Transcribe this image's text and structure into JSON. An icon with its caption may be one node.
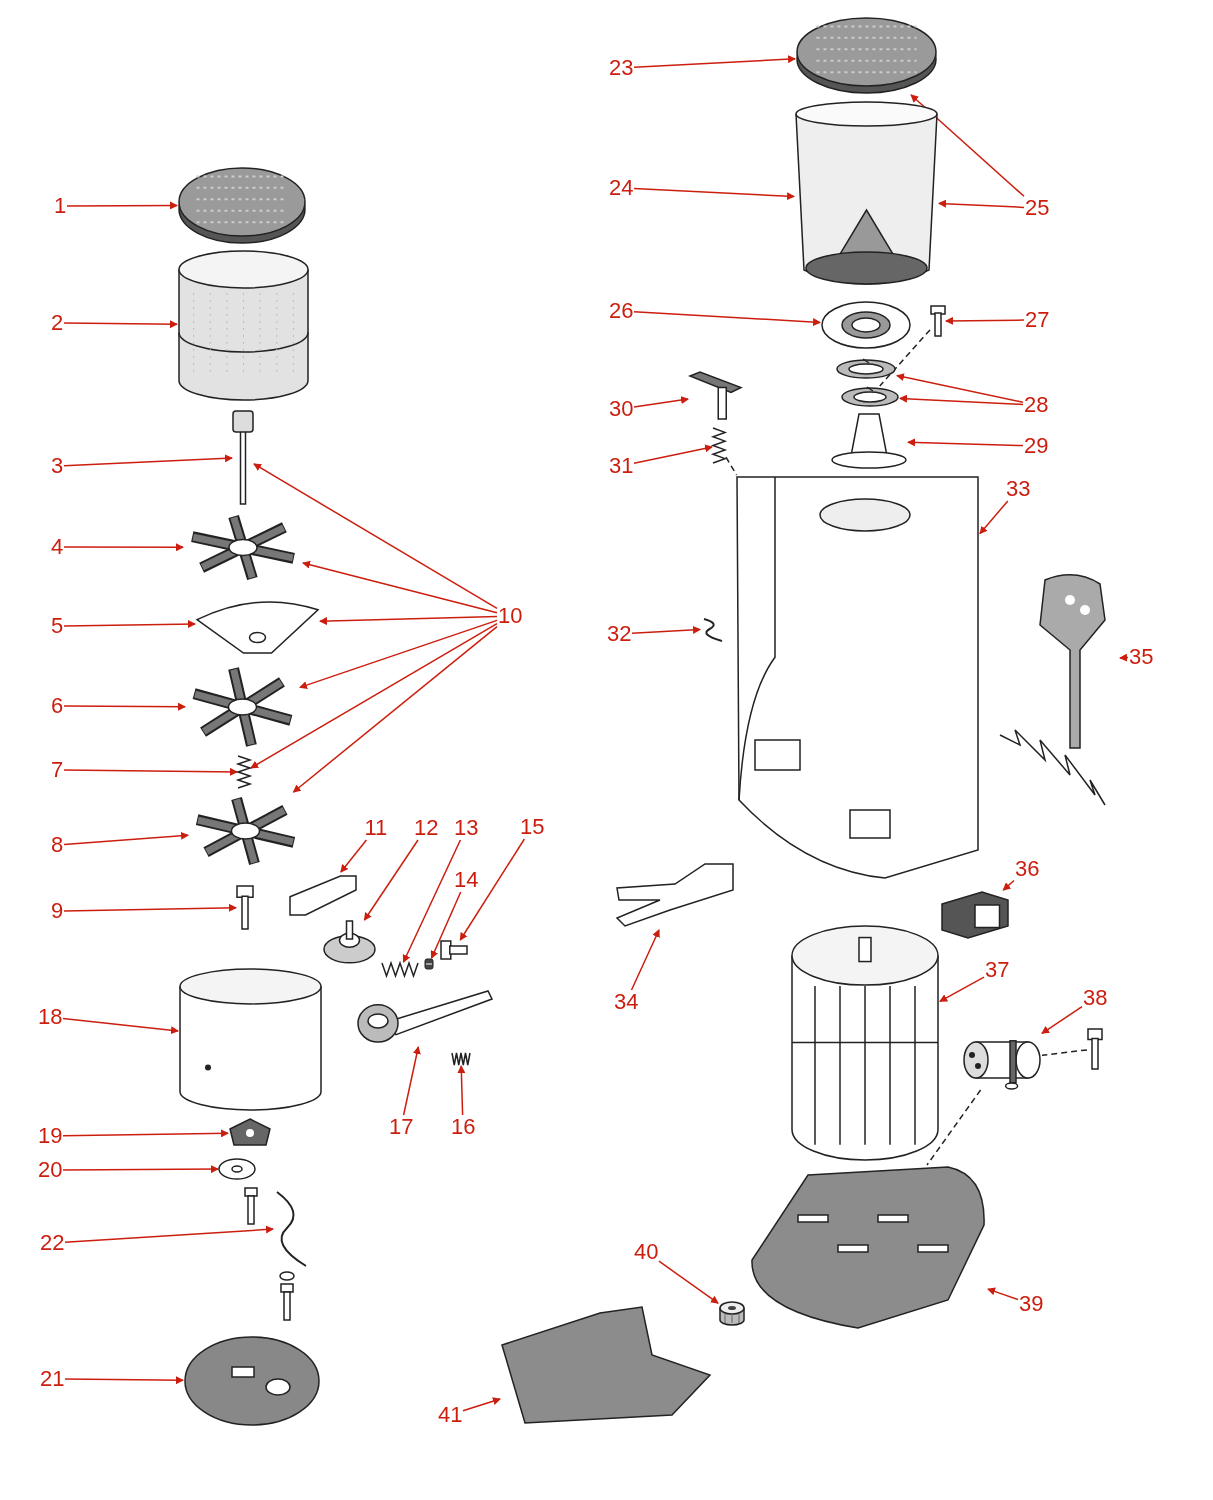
{
  "diagram": {
    "nodes": [
      {
        "text": [
          "1"
        ]
      },
      {
        "text": [
          "2"
        ]
      },
      {
        "text": [
          "3"
        ]
      },
      {
        "text": [
          "4"
        ]
      },
      {
        "text": [
          "5"
        ]
      },
      {
        "text": [
          "6"
        ]
      },
      {
        "text": [
          "7"
        ]
      },
      {
        "text": [
          "8"
        ]
      },
      {
        "text": [
          "9"
        ]
      },
      {
        "text": [
          "10"
        ]
      },
      {
        "text": [
          "11"
        ]
      },
      {
        "text": [
          "12"
        ]
      },
      {
        "text": [
          "13"
        ]
      },
      {
        "text": [
          "14"
        ]
      },
      {
        "text": [
          "15"
        ]
      },
      {
        "text": [
          "16"
        ]
      },
      {
        "text": [
          "17"
        ]
      },
      {
        "text": [
          "18"
        ]
      },
      {
        "text": [
          "19"
        ]
      },
      {
        "text": [
          "20"
        ]
      },
      {
        "text": [
          "21"
        ]
      },
      {
        "text": [
          "22"
        ]
      },
      {
        "text": [
          "23"
        ]
      },
      {
        "text": [
          "24"
        ]
      },
      {
        "text": [
          "25"
        ]
      },
      {
        "text": [
          "26"
        ]
      },
      {
        "text": [
          "27"
        ]
      },
      {
        "text": [
          "28"
        ]
      },
      {
        "text": [
          "29"
        ]
      },
      {
        "text": [
          "30"
        ]
      },
      {
        "text": [
          "31"
        ]
      },
      {
        "text": [
          "32"
        ]
      },
      {
        "text": [
          "33"
        ]
      },
      {
        "text": [
          "34"
        ]
      },
      {
        "text": [
          "35"
        ]
      },
      {
        "text": [
          "36"
        ]
      },
      {
        "text": [
          "37"
        ]
      },
      {
        "text": [
          "38"
        ]
      },
      {
        "text": [
          "39"
        ]
      },
      {
        "text": [
          "40"
        ]
      },
      {
        "text": [
          "41"
        ]
      },
      {
        "text": [],
        "shape": "picture"
      },
      {
        "text": [],
        "shape": "picture"
      },
      {
        "text": [],
        "shape": "picture"
      },
      {
        "text": [],
        "shape": "picture"
      },
      {
        "text": [],
        "shape": "picture"
      },
      {
        "text": [],
        "shape": "picture"
      },
      {
        "text": [],
        "shape": "picture"
      },
      {
        "text": [],
        "shape": "picture"
      },
      {
        "text": [],
        "shape": "picture"
      },
      {
        "text": [],
        "shape": "picture"
      },
      {
        "text": [],
        "shape": "picture"
      },
      {
        "text": [],
        "shape": "picture"
      },
      {
        "text": [],
        "shape": "picture"
      },
      {
        "text": [],
        "shape": "picture"
      },
      {
        "text": [],
        "shape": "picture"
      },
      {
        "text": [],
        "shape": "picture"
      },
      {
        "text": [],
        "shape": "picture"
      },
      {
        "text": [],
        "shape": "picture"
      },
      {
        "text": [],
        "shape": "picture"
      },
      {
        "text": [],
        "shape": "picture"
      },
      {
        "text": [],
        "shape": "picture"
      },
      {
        "text": [],
        "shape": "picture"
      },
      {
        "text": [],
        "shape": "picture"
      },
      {
        "text": [],
        "shape": "picture"
      },
      {
        "text": [],
        "shape": "picture"
      },
      {
        "text": [],
        "shape": "picture"
      },
      {
        "text": [],
        "shape": "picture"
      },
      {
        "text": [],
        "shape": "picture"
      },
      {
        "text": [],
        "shape": "picture"
      },
      {
        "text": [],
        "shape": "picture"
      },
      {
        "text": [],
        "shape": "picture"
      },
      {
        "text": [],
        "shape": "picture"
      },
      {
        "text": [],
        "shape": "picture"
      },
      {
        "text": [],
        "shape": "picture"
      },
      {
        "text": [],
        "shape": "picture"
      },
      {
        "text": [],
        "shape": "picture"
      },
      {
        "text": [],
        "shape": "picture"
      },
      {
        "text": [],
        "shape": "picture"
      },
      {
        "text": [],
        "shape": "picture"
      },
      {
        "text": [],
        "shape": "picture"
      },
      {
        "text": [],
        "shape": "picture"
      }
    ],
    "edges": [
      {
        "from": 0,
        "to": 41,
        "arrow": "to"
      },
      {
        "from": 1,
        "to": 42,
        "arrow": "to"
      },
      {
        "from": 2,
        "to": 43,
        "arrow": "to"
      },
      {
        "from": 3,
        "to": 44,
        "arrow": "to"
      },
      {
        "from": 4,
        "to": 45,
        "arrow": "to"
      },
      {
        "from": 5,
        "to": 46,
        "arrow": "to"
      },
      {
        "from": 6,
        "to": 47,
        "arrow": "to"
      },
      {
        "from": 7,
        "to": 48,
        "arrow": "to"
      },
      {
        "from": 8,
        "to": 49,
        "arrow": "to"
      },
      {
        "from": 9,
        "to": 43,
        "arrow": "to"
      },
      {
        "from": 9,
        "to": 44,
        "arrow": "to"
      },
      {
        "from": 9,
        "to": 45,
        "arrow": "to"
      },
      {
        "from": 9,
        "to": 46,
        "arrow": "to"
      },
      {
        "from": 9,
        "to": 47,
        "arrow": "to"
      },
      {
        "from": 9,
        "to": 48,
        "arrow": "to"
      },
      {
        "from": 10,
        "to": 50,
        "arrow": "to"
      },
      {
        "from": 11,
        "to": 51,
        "arrow": "to"
      },
      {
        "from": 12,
        "to": 52,
        "arrow": "to"
      },
      {
        "from": 13,
        "to": 53,
        "arrow": "to"
      },
      {
        "from": 14,
        "to": 54,
        "arrow": "to"
      },
      {
        "from": 15,
        "to": 55,
        "arrow": "to"
      },
      {
        "from": 16,
        "to": 56,
        "arrow": "to"
      },
      {
        "from": 17,
        "to": 57,
        "arrow": "to"
      },
      {
        "from": 18,
        "to": 58,
        "arrow": "to"
      },
      {
        "from": 19,
        "to": 59,
        "arrow": "to"
      },
      {
        "from": 20,
        "to": 60,
        "arrow": "to"
      },
      {
        "from": 21,
        "to": 61,
        "arrow": "to"
      },
      {
        "from": 22,
        "to": 62,
        "arrow": "to"
      },
      {
        "from": 23,
        "to": 63,
        "arrow": "to"
      },
      {
        "from": 24,
        "to": 62,
        "arrow": "to"
      },
      {
        "from": 24,
        "to": 63,
        "arrow": "to"
      },
      {
        "from": 25,
        "to": 64,
        "arrow": "to"
      },
      {
        "from": 26,
        "to": 65,
        "arrow": "to"
      },
      {
        "from": 27,
        "to": 66,
        "arrow": "to"
      },
      {
        "from": 27,
        "to": 67,
        "arrow": "to"
      },
      {
        "from": 28,
        "to": 68,
        "arrow": "to"
      },
      {
        "from": 29,
        "to": 69,
        "arrow": "to"
      },
      {
        "from": 30,
        "to": 70,
        "arrow": "to"
      },
      {
        "from": 31,
        "to": 71,
        "arrow": "to"
      },
      {
        "from": 32,
        "to": 72,
        "arrow": "to"
      },
      {
        "from": 33,
        "to": 73,
        "arrow": "to"
      },
      {
        "from": 34,
        "to": 74,
        "arrow": "to"
      },
      {
        "from": 35,
        "to": 75,
        "arrow": "to"
      },
      {
        "from": 36,
        "to": 76,
        "arrow": "to"
      },
      {
        "from": 37,
        "to": 77,
        "arrow": "to"
      },
      {
        "from": 38,
        "to": 78,
        "arrow": "to"
      },
      {
        "from": 39,
        "to": 79,
        "arrow": "to"
      },
      {
        "from": 40,
        "to": 80,
        "arrow": "to"
      },
      {
        "from": 65,
        "to": 67,
        "arrow": "none",
        "style": "dashed",
        "color": "#222222"
      },
      {
        "from": 70,
        "to": 72,
        "arrow": "none",
        "style": "dashed",
        "color": "#222222"
      },
      {
        "from": 81,
        "to": 77,
        "arrow": "none",
        "style": "dashed",
        "color": "#222222"
      },
      {
        "from": 77,
        "to": 78,
        "arrow": "none",
        "style": "dashed",
        "color": "#222222"
      }
    ]
  }
}
